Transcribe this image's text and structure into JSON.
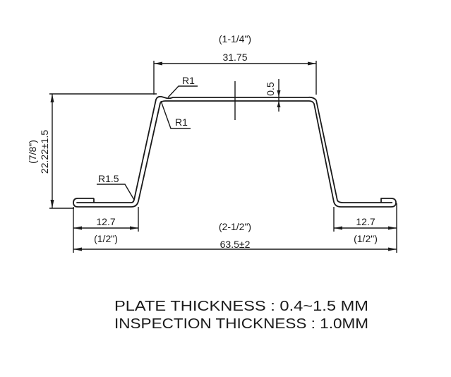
{
  "drawing": {
    "top_width_inch": "(1-1/4\")",
    "top_width_mm": "31.75",
    "radius_top_outer": "R1",
    "radius_top_inner": "R1",
    "radius_bottom": "R1.5",
    "offset": "0.5",
    "height_inch": "(7/8\")",
    "height_mm": "22.22±1.5",
    "left_flange_mm": "12.7",
    "left_flange_inch": "(1/2\")",
    "right_flange_mm": "12.7",
    "right_flange_inch": "(1/2\")",
    "total_width_inch": "(2-1/2\")",
    "total_width_mm": "63.5±2"
  },
  "notes": {
    "plate_thickness": "PLATE THICKNESS : 0.4~1.5 MM",
    "inspection_thickness": "INSPECTION THICKNESS : 1.0MM"
  }
}
